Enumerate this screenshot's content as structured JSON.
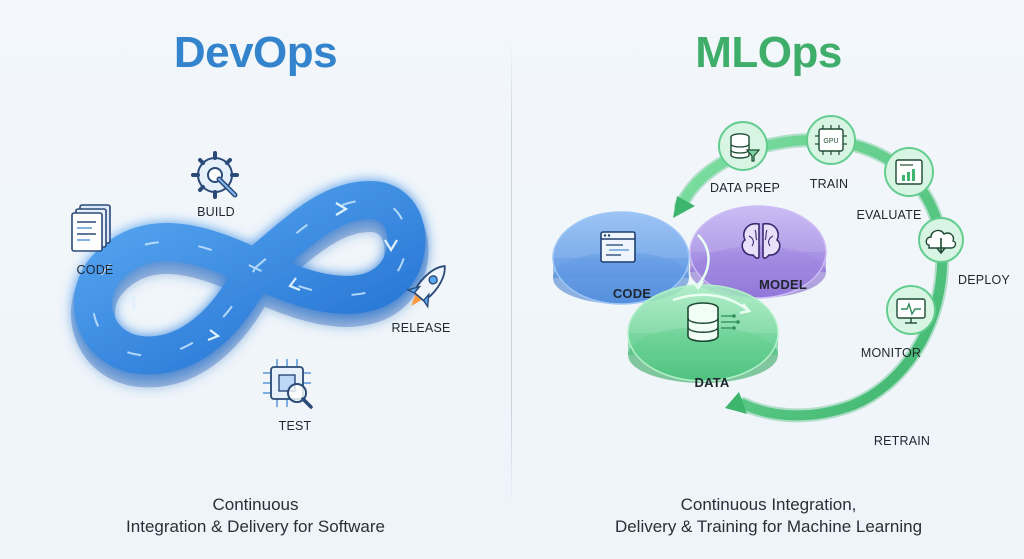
{
  "devops": {
    "title": "DevOps",
    "subtitle_line1": "Continuous",
    "subtitle_line2": "Integration & Delivery for Software",
    "stages": {
      "code": "CODE",
      "build": "BUILD",
      "release": "RELEASE",
      "test": "TEST"
    },
    "colors": {
      "title": "#3384cc",
      "loop": "#2f86e0"
    }
  },
  "mlops": {
    "title": "MLOps",
    "subtitle_line1": "Continuous Integration,",
    "subtitle_line2": "Delivery & Training for Machine Learning",
    "circles": {
      "code": "CODE",
      "model": "MODEL",
      "data": "DATA"
    },
    "stages": {
      "data_prep": "DATA PREP",
      "train": "TRAIN",
      "evaluate": "EVALUATE",
      "deploy": "DEPLOY",
      "monitor": "MONITOR",
      "retrain": "RETRAIN"
    },
    "icons": {
      "gpu_chip_text": "GPU"
    },
    "colors": {
      "title": "#3fae6b",
      "code": "#5a97e8",
      "model": "#9b7fe0",
      "data": "#5fcf8c"
    }
  }
}
